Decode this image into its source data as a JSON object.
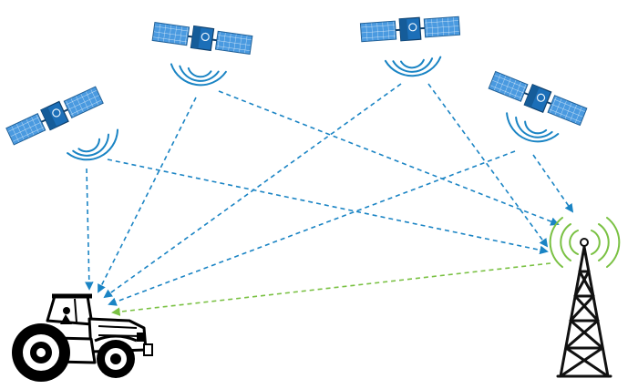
{
  "colors": {
    "satellite_panel": "#4a9ae0",
    "satellite_body": "#1c6fb8",
    "satellite_signal": "#1a84c4",
    "tower_signal": "#7ac143",
    "outline": "#111111"
  },
  "icons": {
    "satellite": "satellite-icon",
    "tractor": "tractor-icon",
    "tower": "radio-tower-icon"
  },
  "satellites_count": 4,
  "links": [
    {
      "from": "satellite-1",
      "to": "tractor"
    },
    {
      "from": "satellite-1",
      "to": "tower"
    },
    {
      "from": "satellite-2",
      "to": "tractor"
    },
    {
      "from": "satellite-2",
      "to": "tower"
    },
    {
      "from": "satellite-3",
      "to": "tractor"
    },
    {
      "from": "satellite-3",
      "to": "tower"
    },
    {
      "from": "satellite-4",
      "to": "tractor"
    },
    {
      "from": "satellite-4",
      "to": "tower"
    },
    {
      "from": "tower",
      "to": "tractor"
    }
  ]
}
